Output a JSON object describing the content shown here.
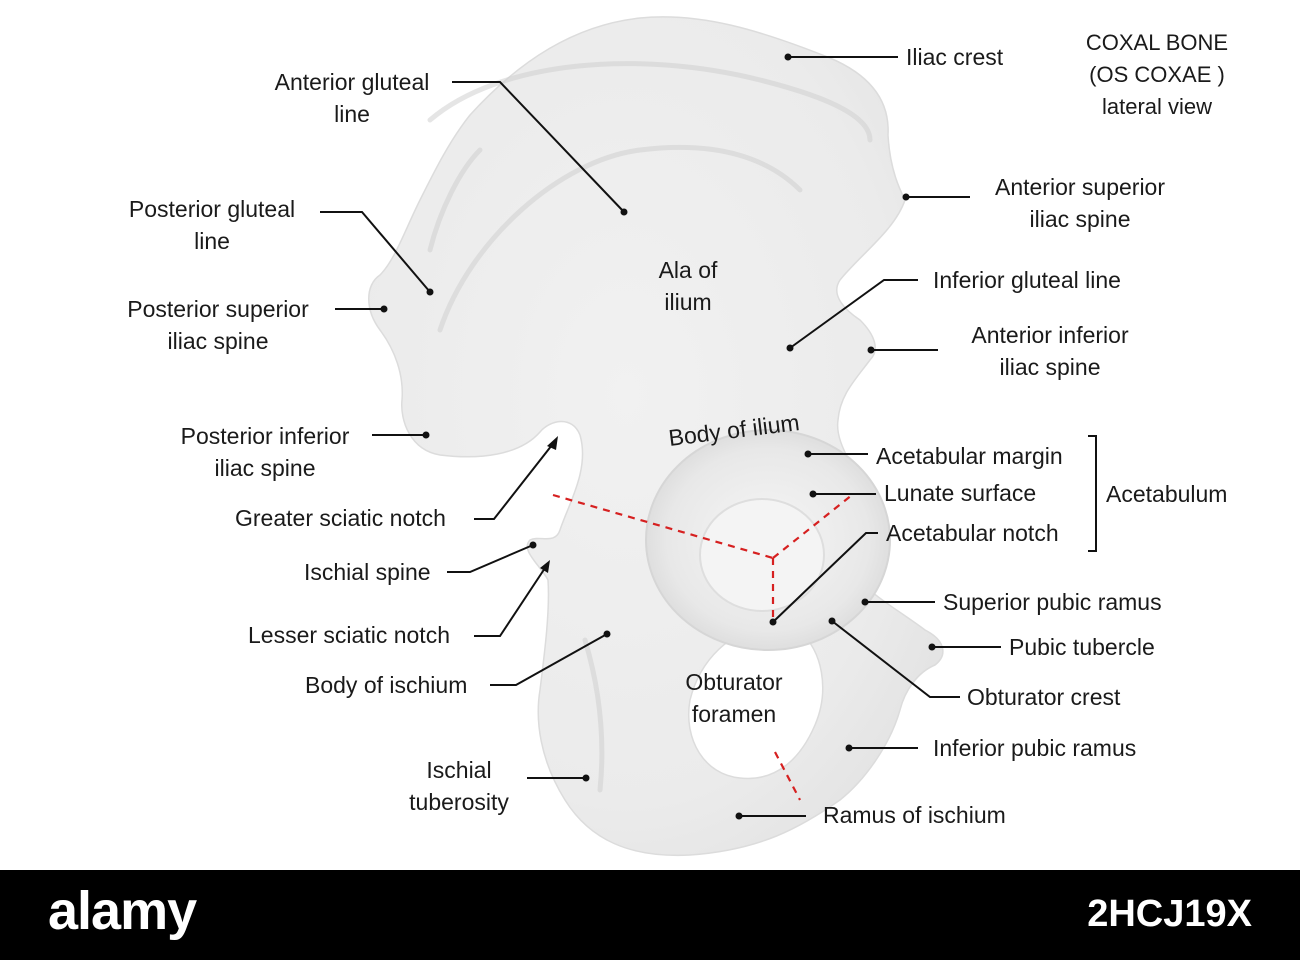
{
  "title": {
    "line1": "COXAL BONE",
    "line2": "(OS COXAE )",
    "line3": "lateral view"
  },
  "regions": {
    "ala_1": "Ala of",
    "ala_2": "ilium",
    "body_ilium": "Body of ilium",
    "obturator_1": "Obturator",
    "obturator_2": "foramen"
  },
  "labels": {
    "anterior_gluteal_1": "Anterior gluteal",
    "anterior_gluteal_2": "line",
    "iliac_crest": "Iliac crest",
    "posterior_gluteal_1": "Posterior gluteal",
    "posterior_gluteal_2": "line",
    "asis_1": "Anterior superior",
    "asis_2": "iliac spine",
    "inferior_gluteal": "Inferior gluteal line",
    "psis_1": "Posterior superior",
    "psis_2": "iliac spine",
    "aiis_1": "Anterior inferior",
    "aiis_2": "iliac spine",
    "piis_1": "Posterior inferior",
    "piis_2": "iliac spine",
    "acetabular_margin": "Acetabular margin",
    "lunate_surface": "Lunate surface",
    "acetabular_notch": "Acetabular notch",
    "acetabulum": "Acetabulum",
    "greater_sciatic_notch": "Greater sciatic notch",
    "ischial_spine": "Ischial spine",
    "superior_pubic_ramus": "Superior pubic ramus",
    "lesser_sciatic_notch": "Lesser sciatic notch",
    "pubic_tubercle": "Pubic tubercle",
    "body_ischium": "Body of ischium",
    "obturator_crest": "Obturator crest",
    "inferior_pubic_ramus": "Inferior pubic ramus",
    "ischial_tuberosity_1": "Ischial",
    "ischial_tuberosity_2": "tuberosity",
    "ramus_ischium": "Ramus of ischium"
  },
  "footer": {
    "brand": "alamy",
    "image_id": "2HCJ19X"
  },
  "colors": {
    "bone": "#ececec",
    "leader": "#111111",
    "separator": "#d62020",
    "footer": "#000000"
  }
}
